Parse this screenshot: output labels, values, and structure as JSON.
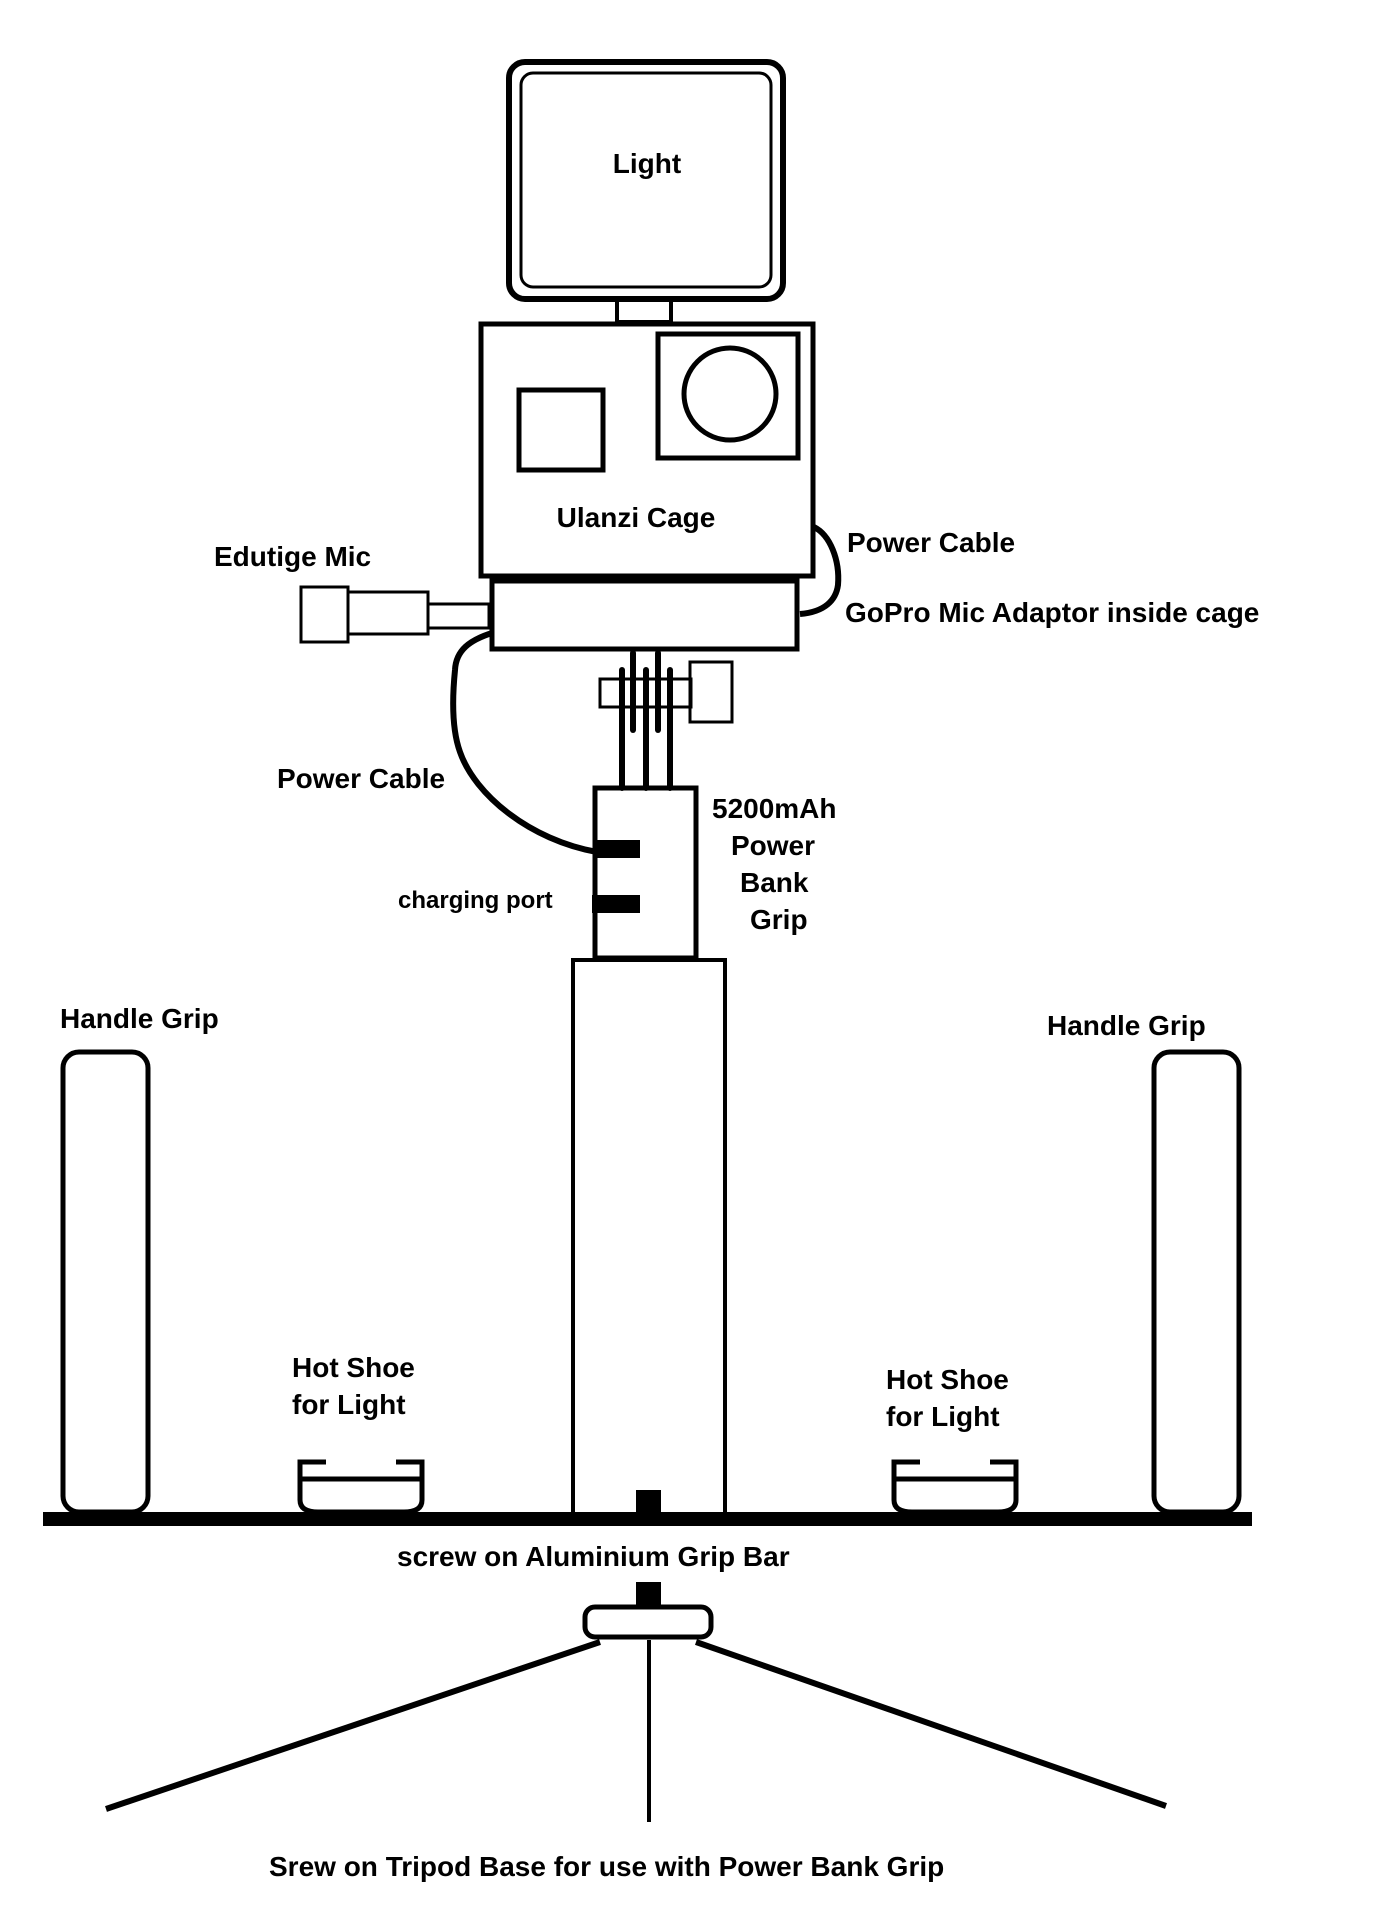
{
  "diagram": {
    "colors": {
      "ink": "#000000",
      "background": "#ffffff"
    },
    "labels": {
      "light": "Light",
      "cage": "Ulanzi Cage",
      "mic": "Edutige Mic",
      "power_cable_right": "Power Cable",
      "gopro_adaptor": "GoPro Mic Adaptor inside cage",
      "power_cable_left": "Power Cable",
      "power_bank_line1": "5200mAh",
      "power_bank_line2": "Power",
      "power_bank_line3": "Bank",
      "power_bank_line4": "Grip",
      "charging_port": "charging port",
      "handle_grip_left": "Handle Grip",
      "handle_grip_right": "Handle Grip",
      "hot_shoe_left_line1": "Hot Shoe",
      "hot_shoe_left_line2": "for Light",
      "hot_shoe_right_line1": "Hot Shoe",
      "hot_shoe_right_line2": "for Light",
      "grip_bar": "screw on  Aluminium Grip Bar",
      "tripod": "Srew on Tripod Base for use with Power Bank Grip"
    }
  }
}
